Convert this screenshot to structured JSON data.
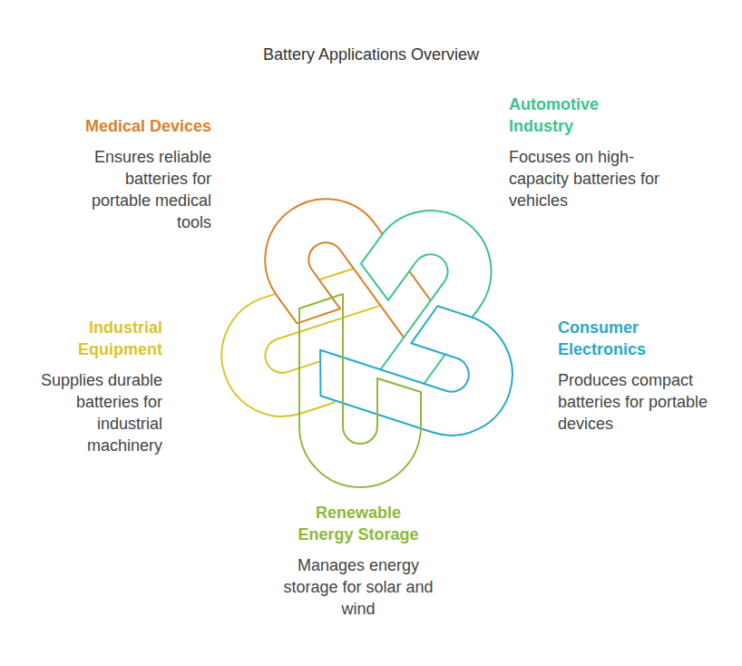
{
  "diagram": {
    "title": "Battery Applications Overview",
    "nodes": [
      {
        "text": [
          "Automotive Industry",
          "Focuses on high-capacity batteries for vehicles"
        ]
      },
      {
        "text": [
          "Consumer Electronics",
          "Produces compact batteries for portable devices"
        ]
      },
      {
        "text": [
          "Renewable Energy Storage",
          "Manages energy storage for solar and wind"
        ]
      },
      {
        "text": [
          "Industrial Equipment",
          "Supplies durable batteries for industrial machinery"
        ]
      },
      {
        "text": [
          "Medical Devices",
          "Ensures reliable batteries for portable medical tools"
        ]
      }
    ]
  }
}
